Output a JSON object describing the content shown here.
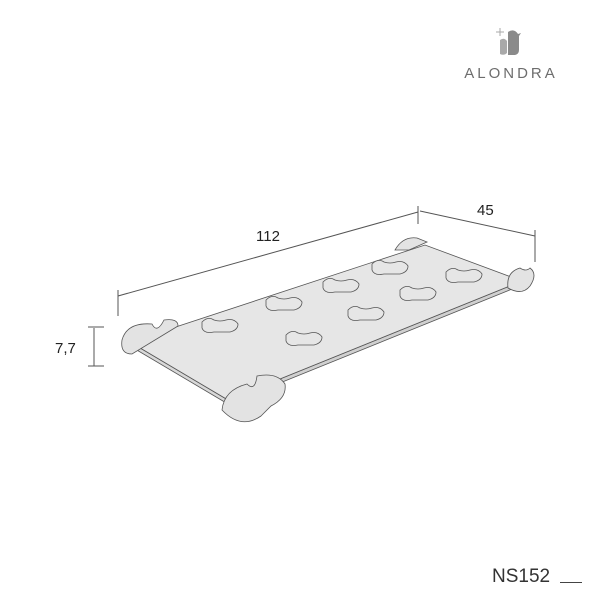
{
  "brand": {
    "name": "ALONDRA",
    "icon": "bird-logo-icon"
  },
  "dimensions": {
    "length": "112",
    "width": "45",
    "height": "7,7"
  },
  "product_code": "NS152",
  "colors": {
    "board": "#e6e6e6",
    "line": "#555555",
    "logo": "#8a8a8a"
  }
}
